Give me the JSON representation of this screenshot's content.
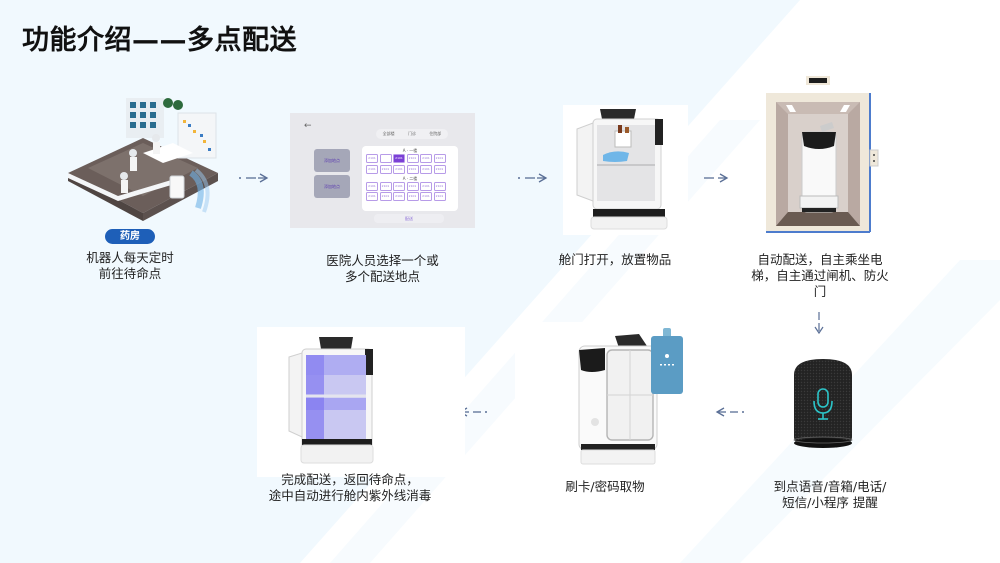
{
  "title": "功能介绍——多点配送",
  "colors": {
    "accent": "#1e5fb8",
    "arrow": "#5a6f96",
    "bg_tint": "#f1f9fe",
    "ui_purple": "#7b3fd6",
    "card_blue": "#5b9cc4",
    "uv_light": "#6b63f0",
    "mic_cyan": "#2cc5c9"
  },
  "steps": [
    {
      "id": "pharmacy",
      "badge": "药房",
      "caption_lines": [
        "机器人每天定时",
        "前往待命点"
      ],
      "icon": "pharmacy-illustration"
    },
    {
      "id": "select",
      "caption_lines": [
        "医院人员选择一个或",
        "多个配送地点"
      ],
      "icon": "tablet-ui-screenshot",
      "ui": {
        "tabs": [
          "全部楼",
          "门诊",
          "住院部"
        ],
        "left_buttons": [
          "添加地点",
          "添加地点"
        ],
        "group1": "A · 一楼",
        "group2": "A · 二楼",
        "cell_label": "2101",
        "confirm": "配送"
      }
    },
    {
      "id": "load",
      "caption_lines": [
        "舱门打开，放置物品"
      ],
      "icon": "robot-open-door"
    },
    {
      "id": "elevator",
      "caption_lines": [
        "自动配送，自主乘坐电",
        "梯，自主通过闸机、防火",
        "门"
      ],
      "icon": "robot-in-elevator"
    },
    {
      "id": "notify",
      "caption_lines": [
        "到点语音/音箱/电话/",
        "短信/小程序 提醒"
      ],
      "icon": "smart-speaker"
    },
    {
      "id": "pickup",
      "caption_lines": [
        "刷卡/密码取物"
      ],
      "icon": "robot-with-card"
    },
    {
      "id": "return",
      "caption_lines": [
        "完成配送，返回待命点，",
        "途中自动进行舱内紫外线消毒"
      ],
      "icon": "robot-uv-disinfect"
    }
  ]
}
